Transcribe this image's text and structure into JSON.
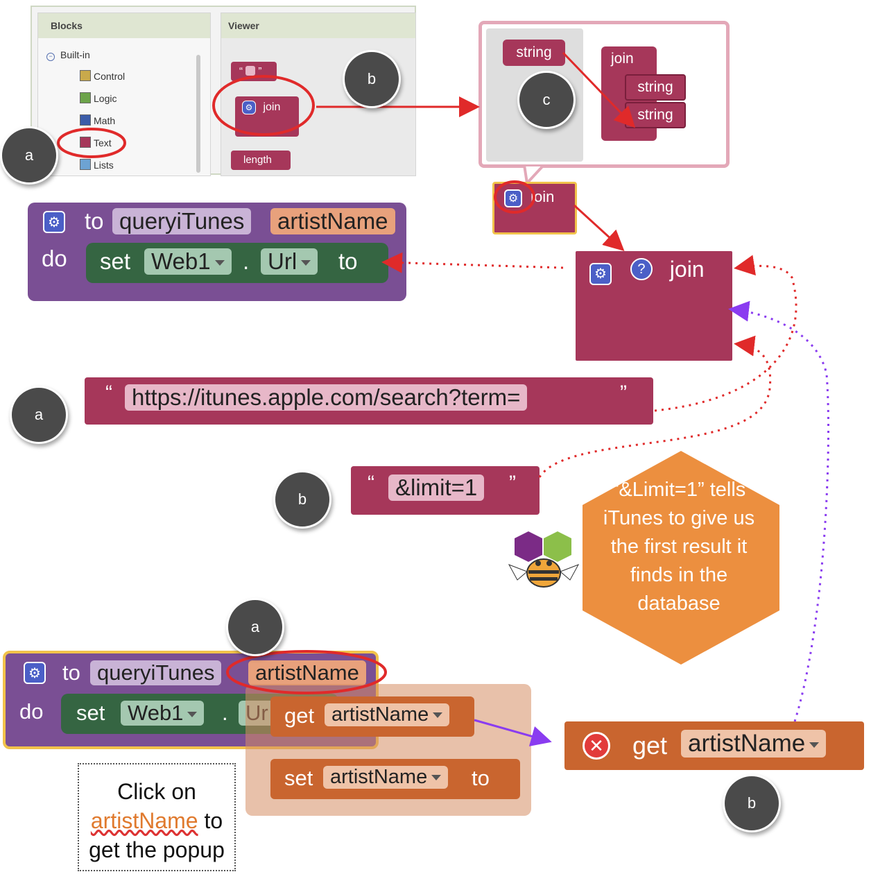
{
  "palette": {
    "blocks_header": "Blocks",
    "viewer_header": "Viewer",
    "builtin_label": "Built-in",
    "categories": [
      {
        "label": "Control",
        "color": "#c9a94b"
      },
      {
        "label": "Logic",
        "color": "#6ca34a"
      },
      {
        "label": "Math",
        "color": "#3c5ca8"
      },
      {
        "label": "Text",
        "color": "#a6375a"
      },
      {
        "label": "Lists",
        "color": "#6da3d3"
      }
    ],
    "viewer_blocks": {
      "quote_left": "“",
      "quote_right": "”",
      "join": "join",
      "length": "length"
    }
  },
  "popup": {
    "string_label": "string",
    "join_label": "join",
    "join_inputs": [
      "string",
      "string"
    ]
  },
  "small_join_label": "join",
  "big_join": {
    "question": "?",
    "label": "join"
  },
  "procedure_top": {
    "to": "to",
    "name": "queryiTunes",
    "param": "artistName",
    "do": "do",
    "set": "set",
    "component": "Web1",
    "dot": ".",
    "property": "Url",
    "to_label": "to"
  },
  "url_text": {
    "open_quote": "“",
    "value": "https://itunes.apple.com/search?term=",
    "close_quote": "”"
  },
  "limit_text": {
    "open_quote": "“",
    "value": "&limit=1",
    "close_quote": "”"
  },
  "callout_text": "“&Limit=1” tells iTunes to give us the first result it finds in the database",
  "procedure_bottom": {
    "to": "to",
    "name": "queryiTunes",
    "param": "artistName",
    "do": "do",
    "set": "set",
    "component": "Web1",
    "dot": ".",
    "property_partial": "Ur"
  },
  "popup_menu": {
    "get_label": "get",
    "get_var": "artistName",
    "set_label": "set",
    "set_var": "artistName",
    "to_label": "to"
  },
  "get_block": {
    "get": "get",
    "var": "artistName"
  },
  "markers": {
    "a": "a",
    "b": "b",
    "c": "c"
  },
  "hint": {
    "line1": "Click on",
    "highlight": "artistName",
    "line2_suffix": "to",
    "line3": "get the popup"
  },
  "colors": {
    "text_block": "#a6375a",
    "procedure": "#7a4f94",
    "set_block": "#356542",
    "variable": "#c9652f",
    "highlight_red": "#e02a2a",
    "callout": "#ec8f3f"
  }
}
